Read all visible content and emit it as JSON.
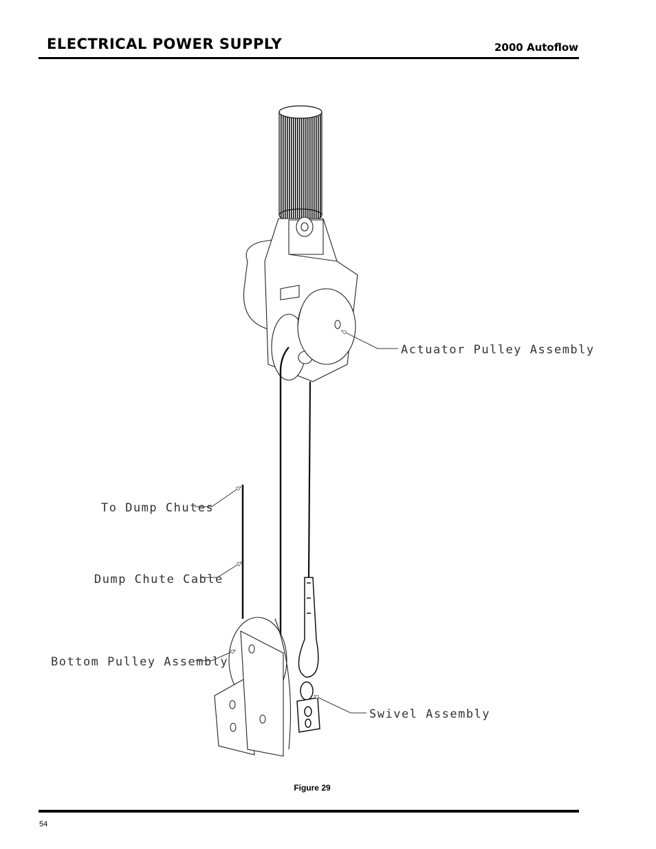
{
  "header": {
    "section_title": "ELECTRICAL POWER SUPPLY",
    "product": "2000 Autoflow"
  },
  "figure": {
    "caption": "Figure 29",
    "callouts": {
      "actuator_pulley": "Actuator Pulley Assembly",
      "to_dump_chutes": "To Dump Chutes",
      "dump_chute_cable": "Dump Chute Cable",
      "bottom_pulley": "Bottom Pulley Assembly",
      "swivel": "Swivel Assembly"
    }
  },
  "footer": {
    "page_number": "54"
  }
}
